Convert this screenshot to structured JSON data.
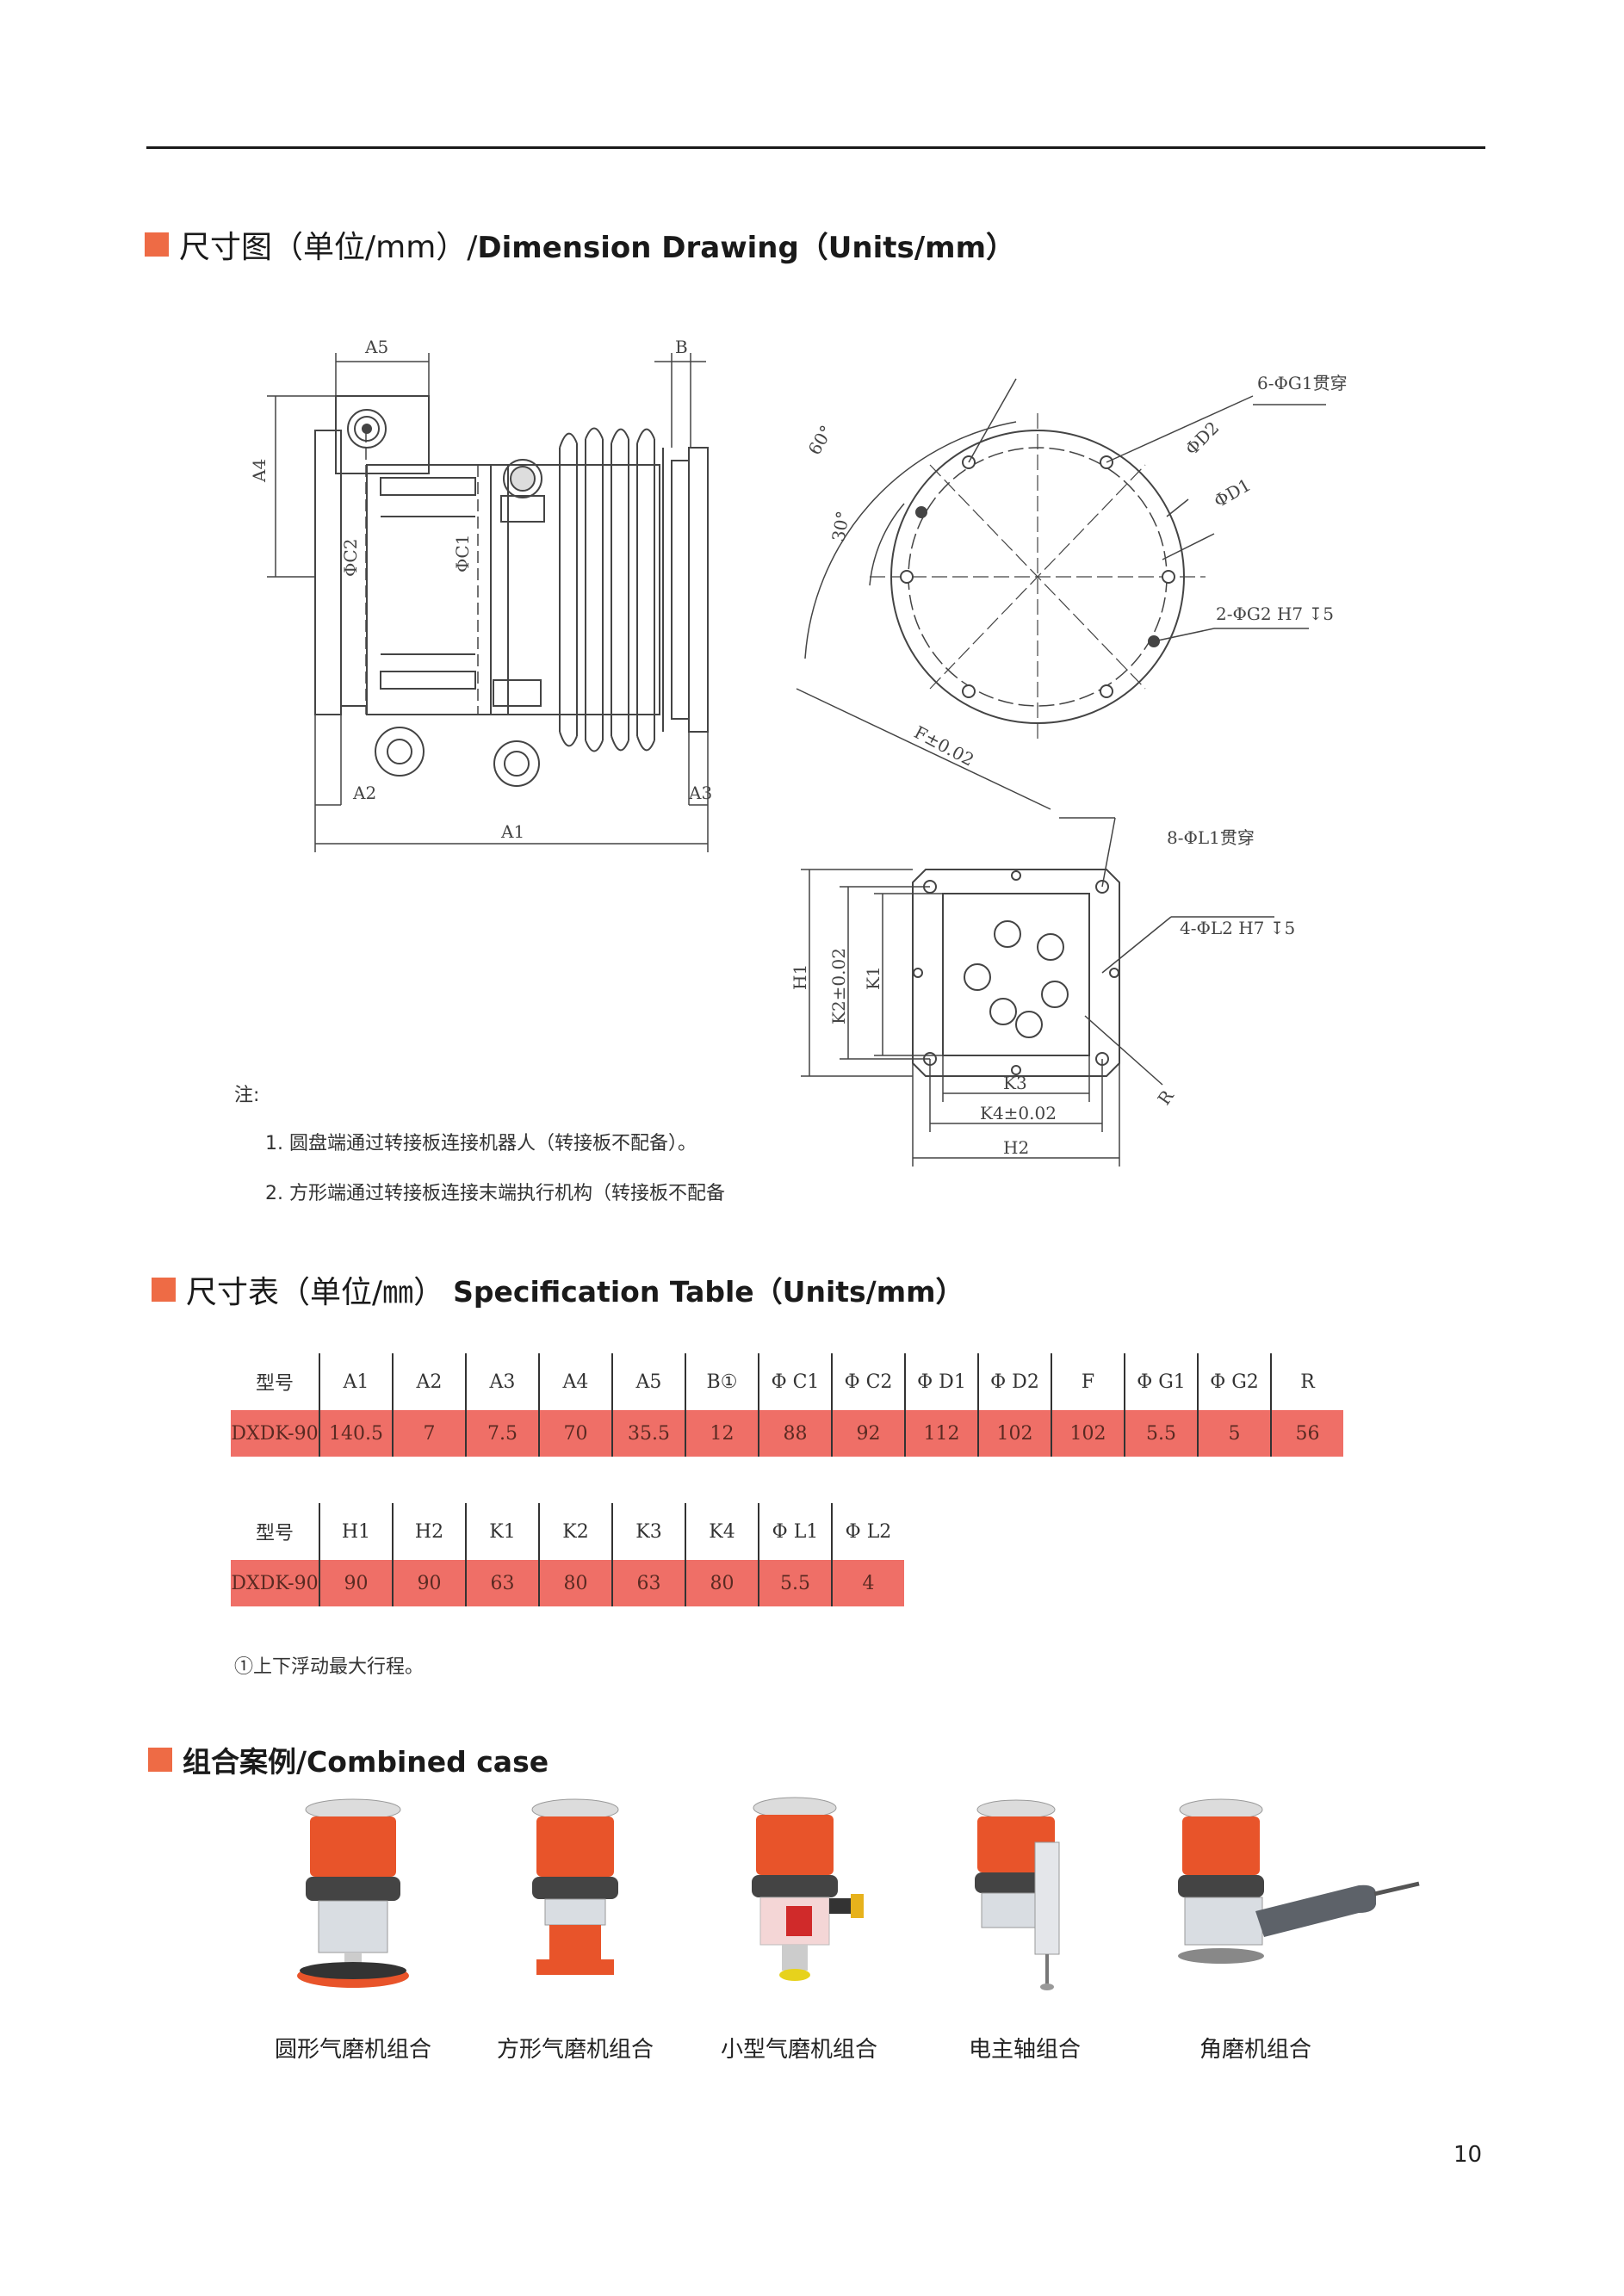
{
  "section1": {
    "title_cn": "尺寸图（单位/mm）/",
    "title_en": "Dimension Drawing（Units/mm）"
  },
  "drawing_labels": {
    "a5": "A5",
    "b": "B",
    "a4": "A4",
    "c2": "ΦC2",
    "c1": "ΦC1",
    "a2": "A2",
    "a3": "A3",
    "a1": "A1",
    "g1": "6-ΦG1贯穿",
    "d2": "ΦD2",
    "d1": "ΦD1",
    "g2": "2-ΦG2 H7 ↧5",
    "ang60": "60°",
    "ang30": "30°",
    "f": "F±0.02",
    "l1": "8-ΦL1贯穿",
    "l2": "4-ΦL2 H7 ↧5",
    "h1": "H1",
    "k2": "K2±0.02",
    "k1": "K1",
    "r": "R",
    "k3": "K3",
    "k4": "K4±0.02",
    "h2": "H2"
  },
  "notes": {
    "head": "注:",
    "n1": "1. 圆盘端通过转接板连接机器人（转接板不配备）。",
    "n2": "2. 方形端通过转接板连接末端执行机构（转接板不配备"
  },
  "section2": {
    "title_cn": "尺寸表（单位/㎜）",
    "title_en": "Specification Table（Units/mm）"
  },
  "table1": {
    "headers": [
      "型号",
      "A1",
      "A2",
      "A3",
      "A4",
      "A5",
      "B①",
      "Φ C1",
      "Φ C2",
      "Φ D1",
      "Φ D2",
      "F",
      "Φ G1",
      "Φ G2",
      "R"
    ],
    "values": [
      "DXDK-90",
      "140.5",
      "7",
      "7.5",
      "70",
      "35.5",
      "12",
      "88",
      "92",
      "112",
      "102",
      "102",
      "5.5",
      "5",
      "56"
    ]
  },
  "table2": {
    "headers": [
      "型号",
      "H1",
      "H2",
      "K1",
      "K2",
      "K3",
      "K4",
      "Φ L1",
      "Φ L2"
    ],
    "values": [
      "DXDK-90",
      "90",
      "90",
      "63",
      "80",
      "63",
      "80",
      "5.5",
      "4"
    ]
  },
  "footnote": "①上下浮动最大行程。",
  "section3": {
    "title": "组合案例/Combined case"
  },
  "cases": [
    "圆形气磨机组合",
    "方形气磨机组合",
    "小型气磨机组合",
    "电主轴组合",
    "角磨机组合"
  ],
  "page_number": "10",
  "colors": {
    "accent": "#ee6b45",
    "table_row": "#ef6f67",
    "part_orange": "#e8542a"
  }
}
